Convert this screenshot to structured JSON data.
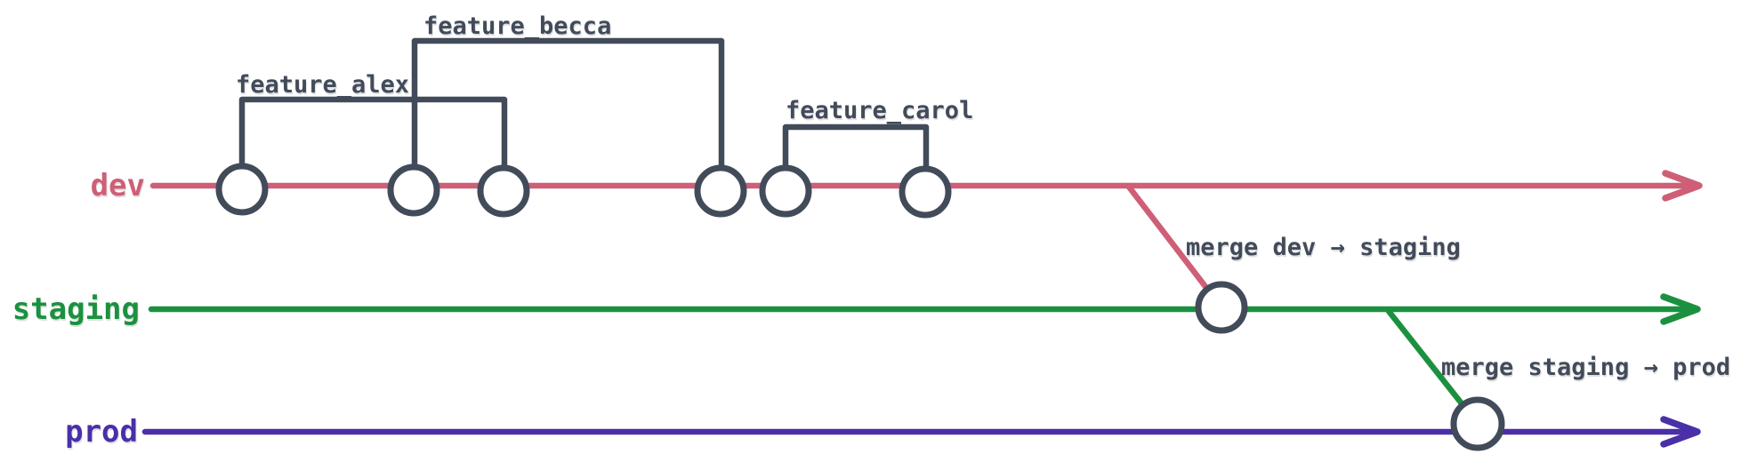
{
  "diagram": {
    "background": "#ffffff",
    "ink": "#424b59",
    "branches": [
      {
        "name": "dev",
        "color": "#ce5f77",
        "commit_count": 6
      },
      {
        "name": "staging",
        "color": "#1b9140",
        "commit_count": 1
      },
      {
        "name": "prod",
        "color": "#4a2fa8",
        "commit_count": 1
      }
    ],
    "features": [
      {
        "label": "feature_alex",
        "from_commit": 1,
        "to_commit": 3
      },
      {
        "label": "feature_becca",
        "from_commit": 2,
        "to_commit": 4
      },
      {
        "label": "feature_carol",
        "from_commit": 5,
        "to_commit": 6
      }
    ],
    "merges": [
      {
        "label": "merge dev → staging",
        "from": "dev",
        "to": "staging"
      },
      {
        "label": "merge staging → prod",
        "from": "staging",
        "to": "prod"
      }
    ]
  }
}
